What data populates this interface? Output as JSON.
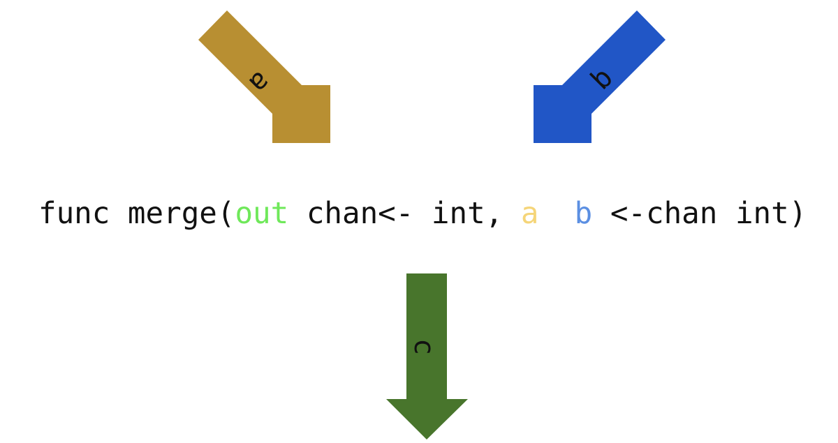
{
  "arrows": {
    "a": {
      "label": "a",
      "color": "#b88f32"
    },
    "b": {
      "label": "b",
      "color": "#2156c6"
    },
    "c": {
      "label": "c",
      "color": "#48752c"
    }
  },
  "code": {
    "prefix": "func merge(",
    "out": "out",
    "middle": " chan<- int, ",
    "a": "a",
    "gap": "  ",
    "b": "b",
    "suffix": " <-chan int)",
    "colors": {
      "out": "#6fe85a",
      "a": "#f5d579",
      "b": "#5b8fe2"
    }
  }
}
